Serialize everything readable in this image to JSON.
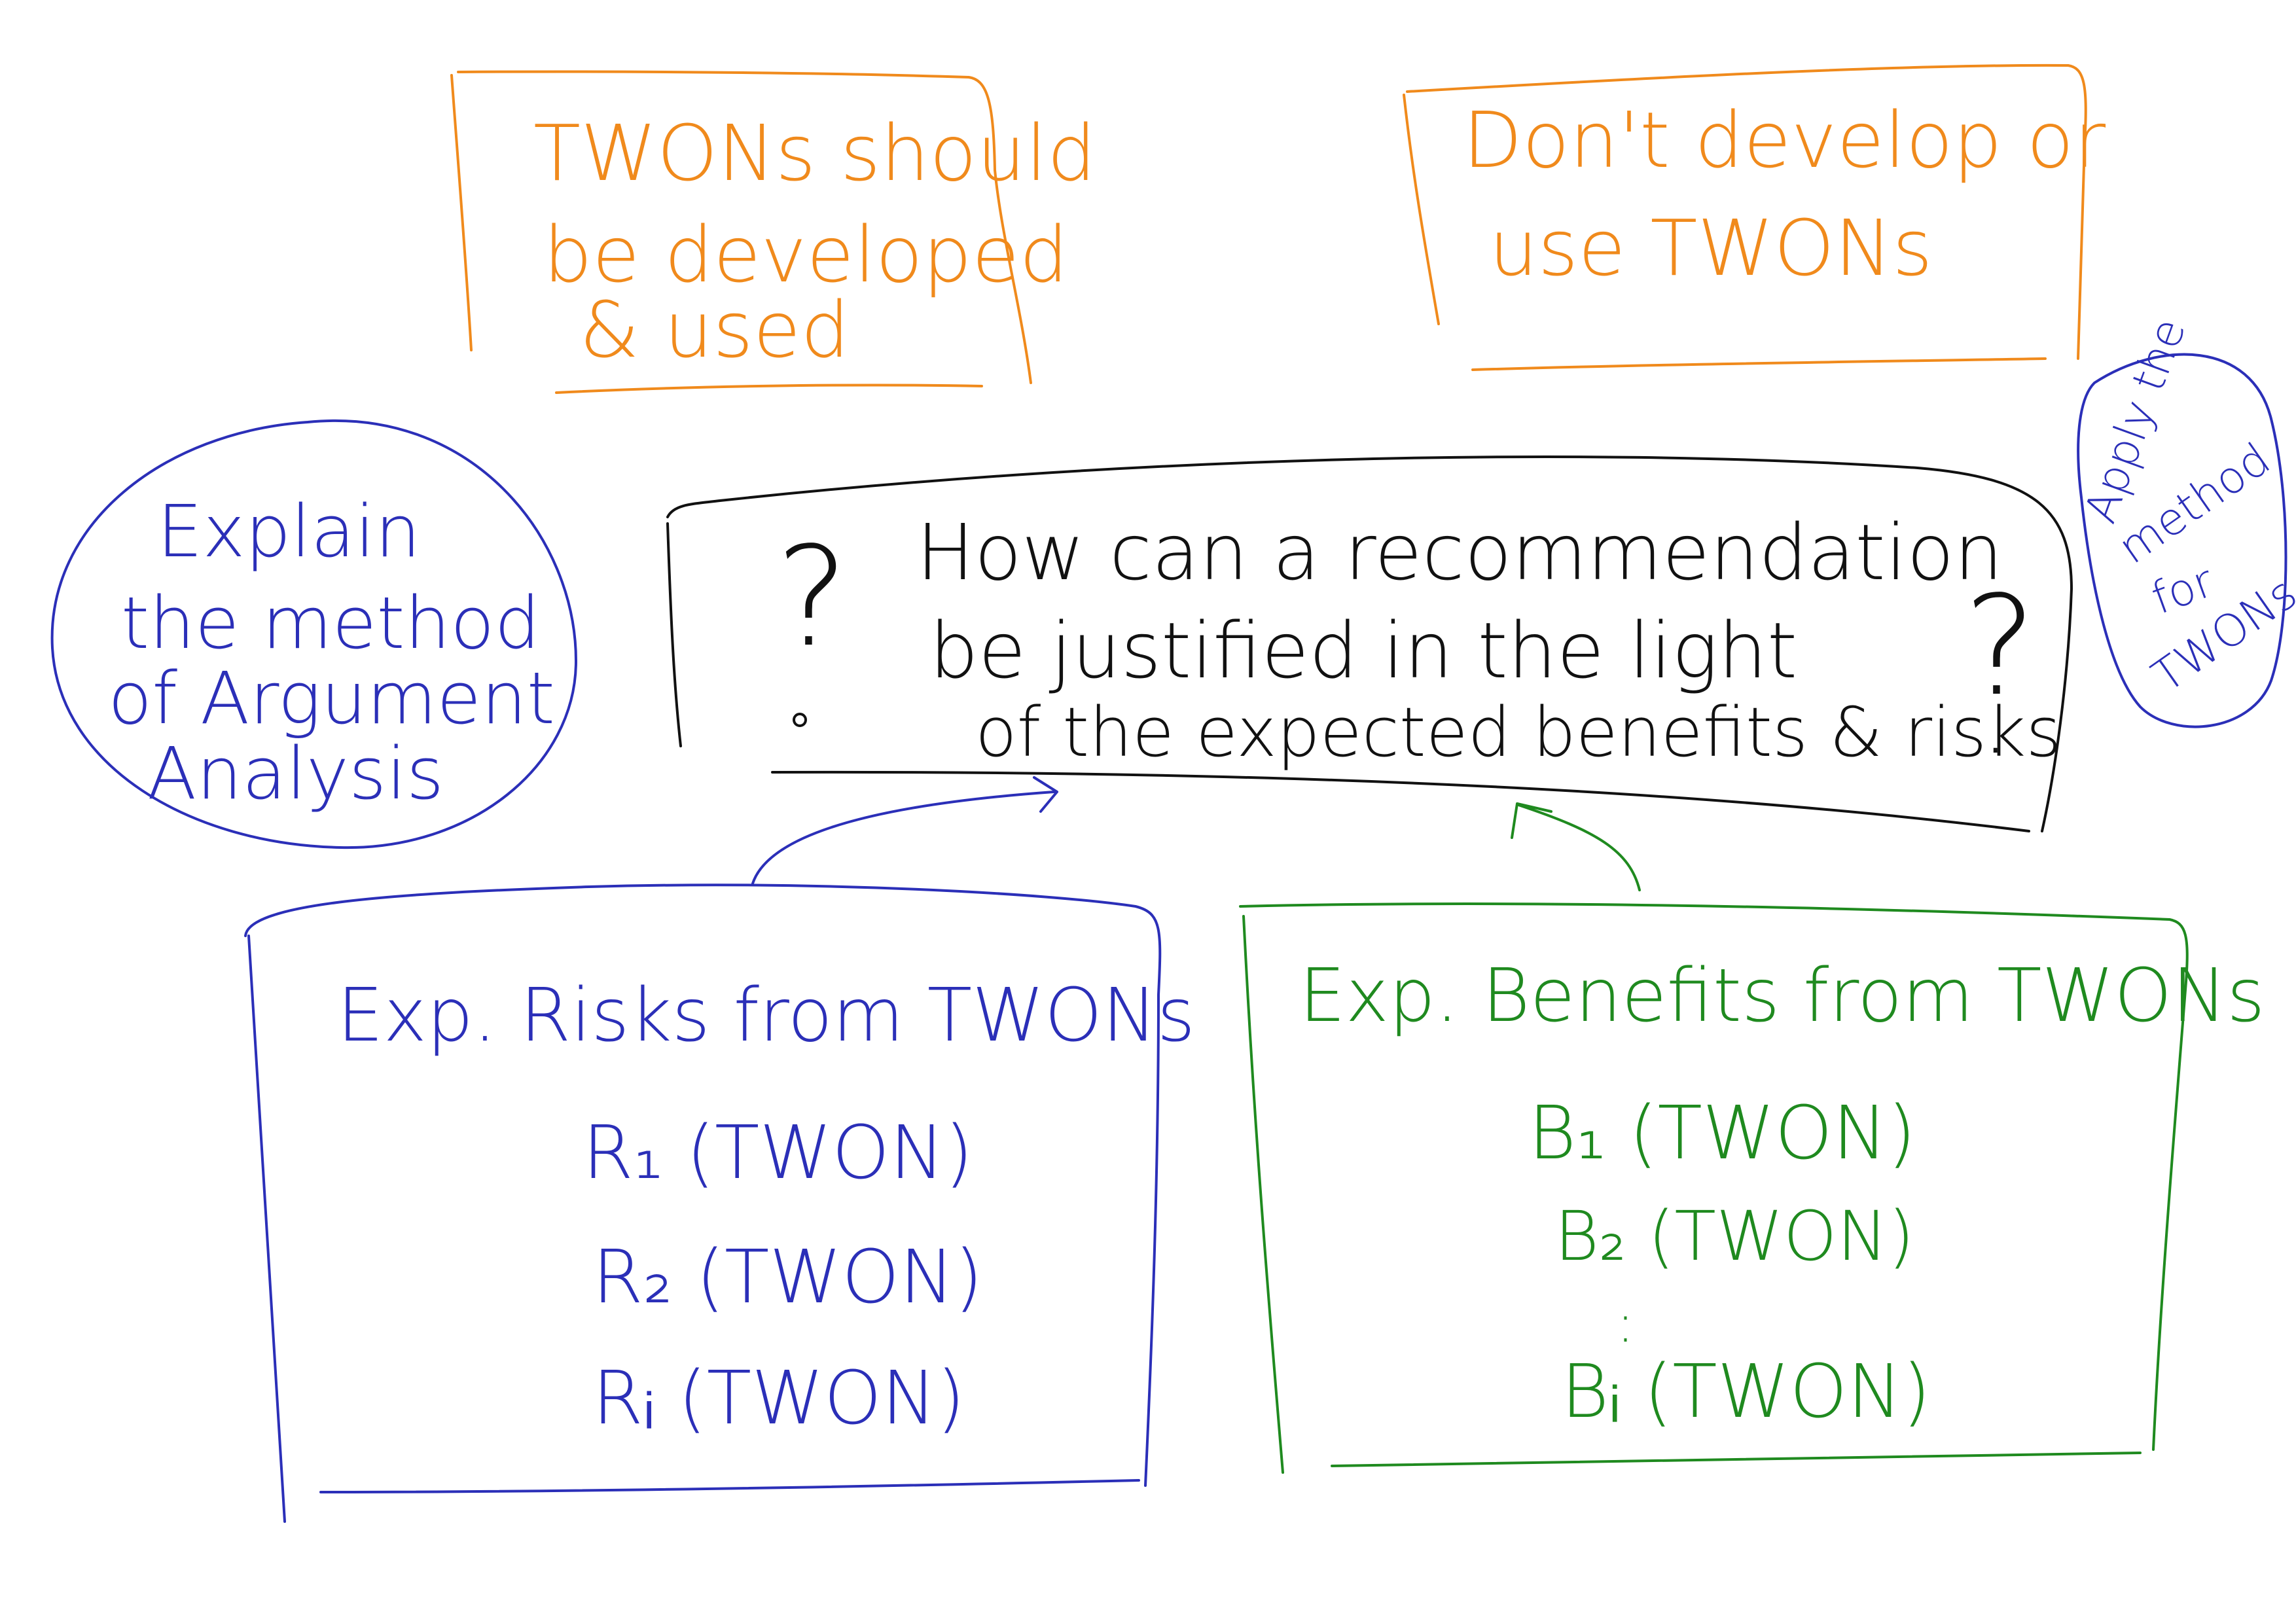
{
  "colors": {
    "orange": "#f08a1c",
    "blue": "#2b2fb8",
    "green": "#1f8a1f",
    "black": "#111111"
  },
  "top_left_box": {
    "lines": [
      "TWONs should",
      "be developed",
      "& used"
    ]
  },
  "top_right_box": {
    "lines": [
      "Don't develop or",
      "use TWONs"
    ]
  },
  "left_circle": {
    "lines": [
      "Explain",
      "the method",
      "of Argument",
      "Analysis"
    ]
  },
  "right_oval": {
    "lines": [
      "Apply the",
      "method",
      "for",
      "TWONs"
    ]
  },
  "question_box": {
    "open_mark": "?",
    "close_mark": "?",
    "lines": [
      "How can a recommendation",
      "be justified in the light",
      "of the expected benefits & risks"
    ],
    "end_mark": "."
  },
  "risks_box": {
    "title": "Exp. Risks from TWONs",
    "items": [
      "R₁ (TWON)",
      "R₂ (TWON)",
      "Rᵢ (TWON)"
    ]
  },
  "benefits_box": {
    "title": "Exp. Benefits from TWONs",
    "items": [
      "B₁ (TWON)",
      "B₂ (TWON)",
      ":",
      "Bᵢ (TWON)"
    ]
  }
}
